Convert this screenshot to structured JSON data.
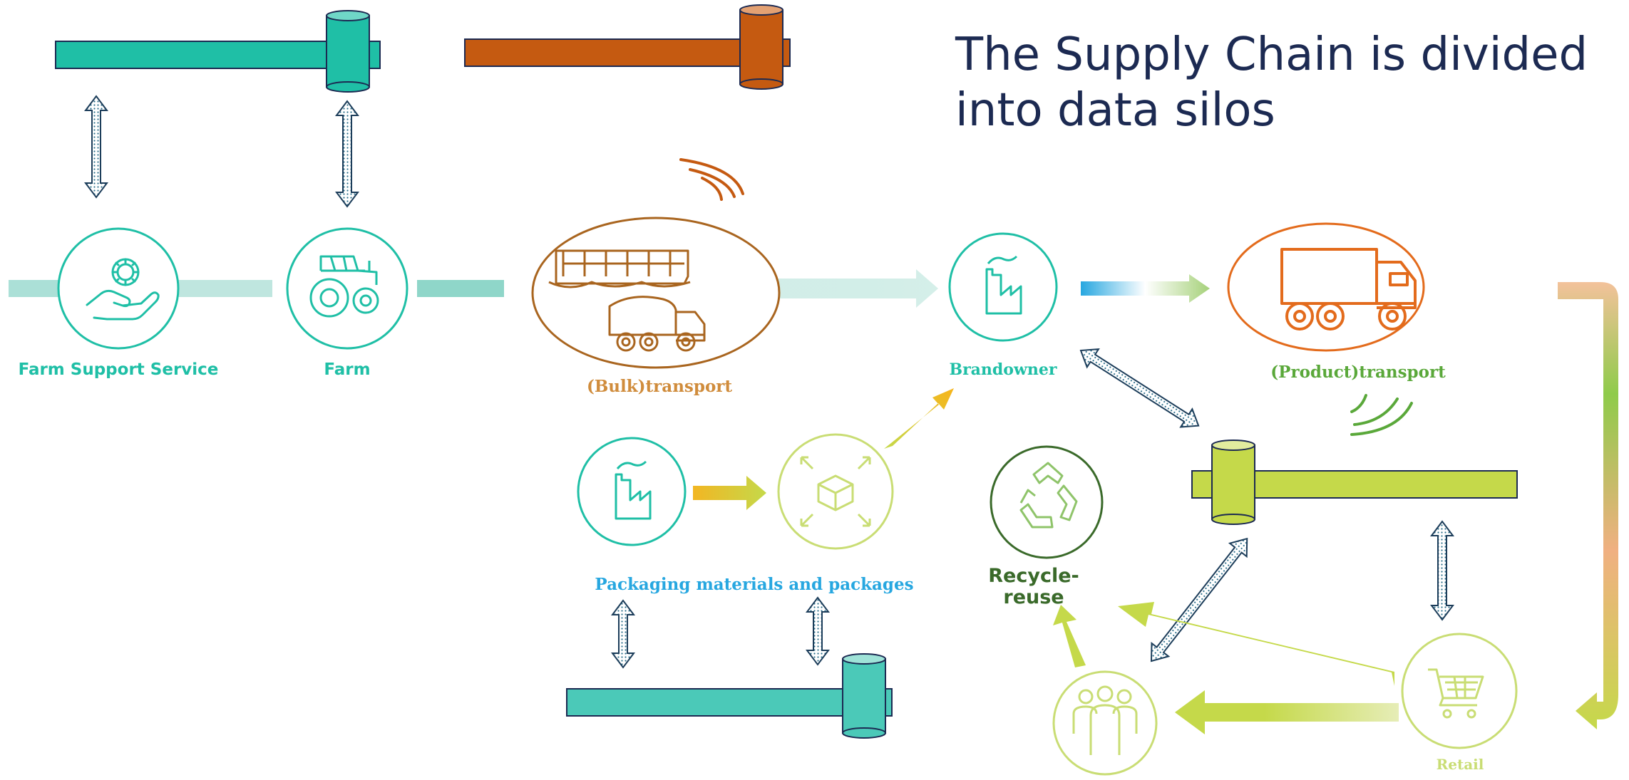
{
  "title": "The Supply Chain is divided into data silos",
  "nodes": {
    "farm_support": "Farm Support Service",
    "farm": "Farm",
    "bulk_transport": "(Bulk)transport",
    "brandowner": "Brandowner",
    "product_transport": "(Product)transport",
    "packaging": "Packaging materials and packages",
    "recycle_line1": "Recycle-",
    "recycle_line2": "reuse",
    "retail": "Retail"
  },
  "colors": {
    "teal": "#1fbfa6",
    "orange": "#c55a11",
    "lime": "#c5d94a",
    "navy": "#1c2a52",
    "dark_green": "#3a6a2a",
    "light_green": "#c9dd74",
    "sky": "#27a7e0",
    "ochre": "#d08c3c"
  }
}
